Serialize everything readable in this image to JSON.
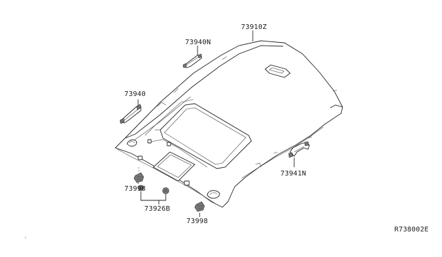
{
  "diagram": {
    "ref_code": "R738002E",
    "callouts": {
      "headlining": "73910Z",
      "assist_grip_rear_r": "73940N",
      "assist_grip_front": "73940",
      "assist_grip_rear_l": "73941N",
      "clip_left": "73998",
      "clip_right": "73998",
      "clip_pair": "73926B"
    }
  }
}
